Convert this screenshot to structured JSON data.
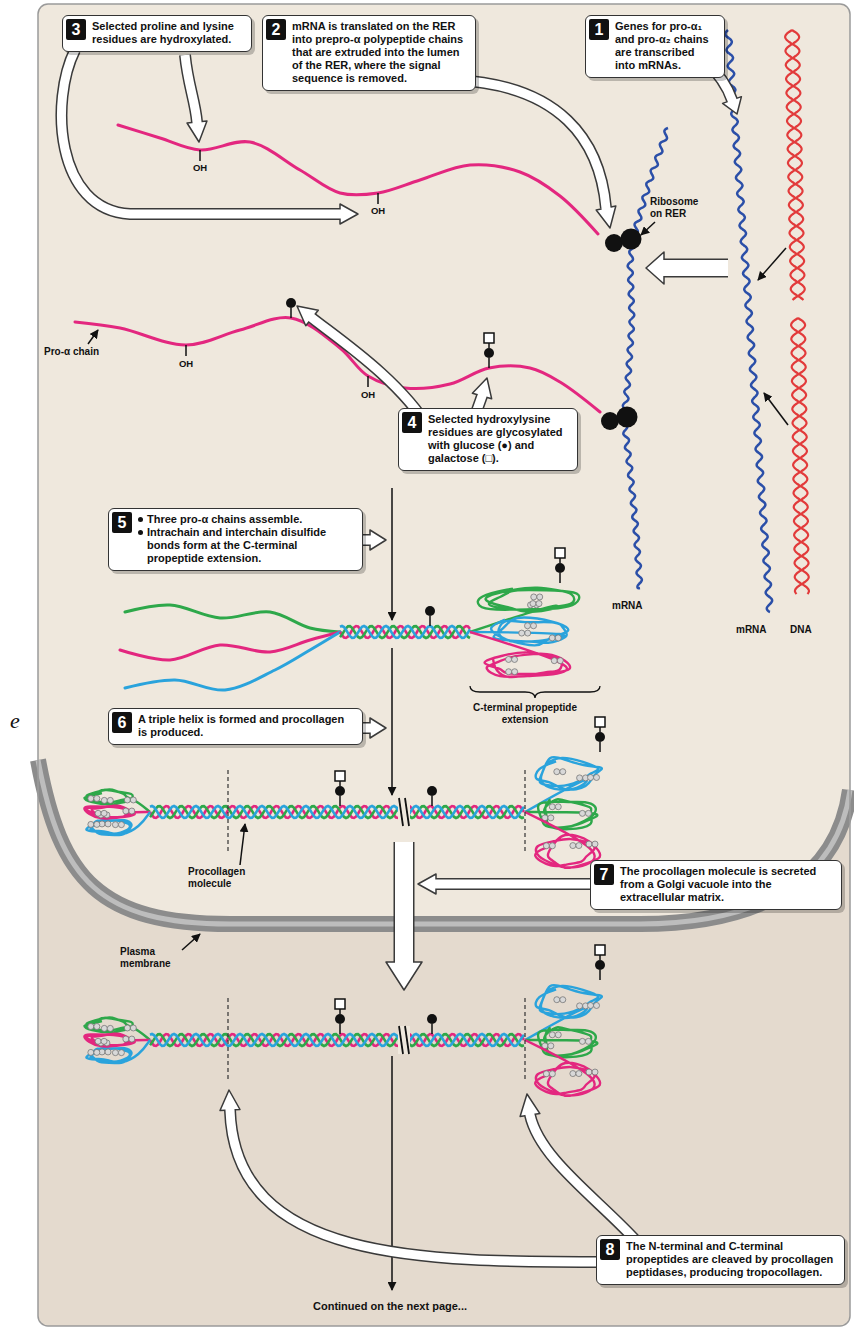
{
  "diagram": {
    "nodes": [
      {
        "text": [
          "1",
          "Genes for pro-α₁ and pro-α₂ chains are transcribed into mRNAs."
        ]
      },
      {
        "text": [
          "2",
          "mRNA is translated on the RER into prepro-α polypeptide chains that are extruded into the lumen of the RER, where the signal sequence is removed."
        ]
      },
      {
        "text": [
          "3",
          "Selected proline and lysine residues are hydroxylated."
        ]
      },
      {
        "text": [
          "4",
          "Selected hydroxylysine residues are glycosylated with glucose (●) and galactose (□)."
        ]
      },
      {
        "text": [
          "5",
          "Three pro-α chains assemble.",
          "Intrachain and interchain disulfide bonds form at the C-terminal propeptide extension."
        ]
      },
      {
        "text": [
          "6",
          "A triple helix is formed and procollagen is produced."
        ]
      },
      {
        "text": [
          "7",
          "The procollagen molecule is secreted from a Golgi vacuole into the extracellular matrix."
        ]
      },
      {
        "text": [
          "8",
          "The N-terminal and C-terminal propeptides are cleaved by procollagen peptidases, producing tropocollagen."
        ]
      }
    ],
    "labels": [
      "Ribosome on RER",
      "OH",
      "OH",
      "Pro-α chain",
      "OH",
      "OH",
      "mRNA",
      "mRNA",
      "DNA",
      "C-terminal propeptide extension",
      "e",
      "Procollagen molecule",
      "Plasma membrane",
      "Continued on the next page..."
    ]
  }
}
